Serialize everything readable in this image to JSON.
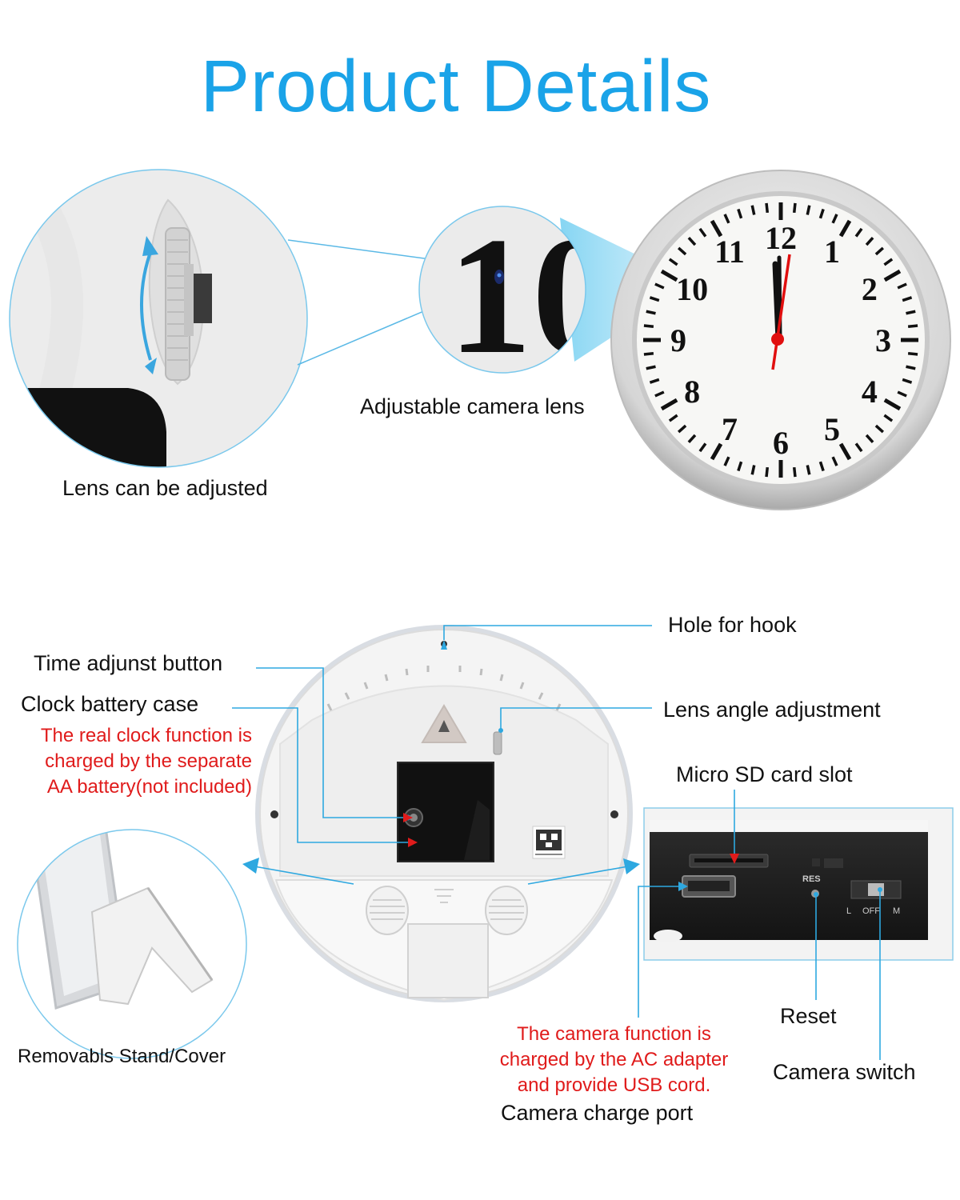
{
  "title": "Product Details",
  "labels": {
    "lens_adjusted": "Lens can be adjusted",
    "adjustable_lens": "Adjustable camera lens",
    "hole_hook": "Hole for hook",
    "time_button": "Time adjunst button",
    "battery_case": "Clock battery case",
    "battery_note": [
      "The real clock function is",
      "charged by the separate",
      "AA battery(not included)"
    ],
    "lens_angle": "Lens angle adjustment",
    "sd_slot": "Micro SD card slot",
    "stand": "Removabls Stand/Cover",
    "camera_note": [
      "The camera function is",
      "charged by the AC adapter",
      "and provide USB cord."
    ],
    "charge_port": "Camera charge port",
    "reset": "Reset",
    "camera_switch": "Camera switch"
  },
  "panel_marks": {
    "res": "RES",
    "l": "L",
    "off": "OFF",
    "m": "M"
  },
  "clock_numbers": [
    "12",
    "1",
    "2",
    "3",
    "4",
    "5",
    "6",
    "7",
    "8",
    "9",
    "10",
    "11"
  ],
  "zoom_digits": "10",
  "colors": {
    "title": "#1aa3e8",
    "callout": "#2ea8e0",
    "note_red": "#e01b1b",
    "hand_red": "#e10f0f"
  }
}
